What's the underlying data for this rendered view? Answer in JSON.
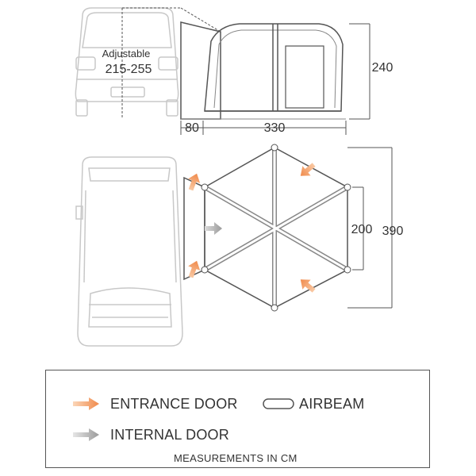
{
  "top_view": {
    "adjustable_label": "Adjustable",
    "adjustable_range": "215-255",
    "height_label": "240",
    "porch_label": "80",
    "length_label": "330"
  },
  "plan_view": {
    "inner_width_label": "200",
    "outer_width_label": "390"
  },
  "legend": {
    "entrance_door": "ENTRANCE DOOR",
    "internal_door": "INTERNAL DOOR",
    "airbeam": "AIRBEAM",
    "measurements": "MEASUREMENTS IN CM"
  },
  "colors": {
    "entrance_arrow": "#f08a4b",
    "internal_arrow": "#9a9a9a",
    "outline": "#c8c8c8",
    "tent_line": "#555555"
  },
  "icons": {
    "entrance": "orange-arrow-icon",
    "internal": "grey-arrow-icon",
    "airbeam": "airbeam-pill-icon"
  }
}
